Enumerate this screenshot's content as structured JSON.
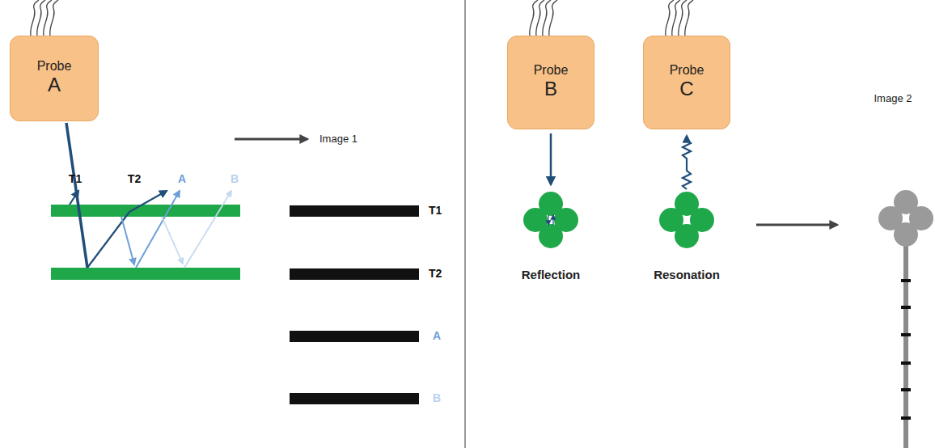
{
  "diagram": {
    "nodes": [
      {
        "text": [
          "Probe",
          "A"
        ]
      },
      {
        "text": [
          "Probe",
          "B"
        ]
      },
      {
        "text": [
          "Probe",
          "C"
        ]
      }
    ],
    "labels": [
      "Image 1",
      "T1",
      "T2",
      "A",
      "B",
      "T1",
      "T2",
      "A",
      "B",
      "Reflection",
      "Resonation",
      "Image 2"
    ]
  }
}
